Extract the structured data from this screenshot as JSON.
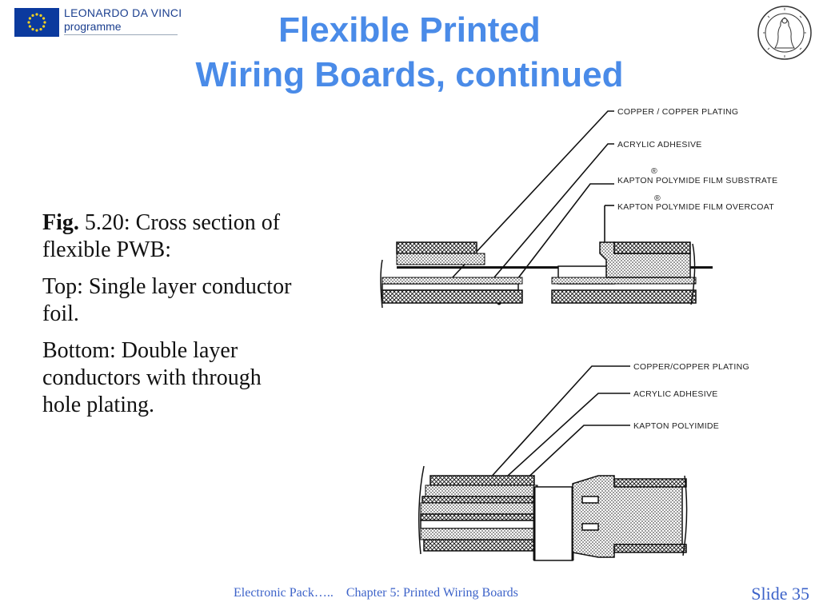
{
  "header": {
    "logo_line1": "LEONARDO DA VINCI",
    "logo_line2": "programme"
  },
  "title": {
    "line1": "Flexible Printed",
    "line2": "Wiring Boards, continued"
  },
  "body": {
    "fig_label": "Fig.",
    "fig_caption": " 5.20: Cross section of flexible PWB:",
    "top_text": "Top: Single layer conductor foil.",
    "bottom_text": "Bottom: Double layer conductors with through hole plating."
  },
  "figure": {
    "top_labels": {
      "copper": "COPPER / COPPER PLATING",
      "adhesive": "ACRYLIC ADHESIVE",
      "substrate_reg": "®",
      "substrate": "KAPTON  POLYMIDE FILM SUBSTRATE",
      "overcoat_reg": "®",
      "overcoat": "KAPTON  POLYMIDE FILM OVERCOAT"
    },
    "bottom_labels": {
      "copper": "COPPER/COPPER PLATING",
      "adhesive": "ACRYLIC ADHESIVE",
      "polyimide": "KAPTON POLYIMIDE"
    }
  },
  "footer": {
    "course": "Electronic Pack…..",
    "chapter": "Chapter 5: Printed Wiring Boards",
    "slide": "Slide 35"
  }
}
